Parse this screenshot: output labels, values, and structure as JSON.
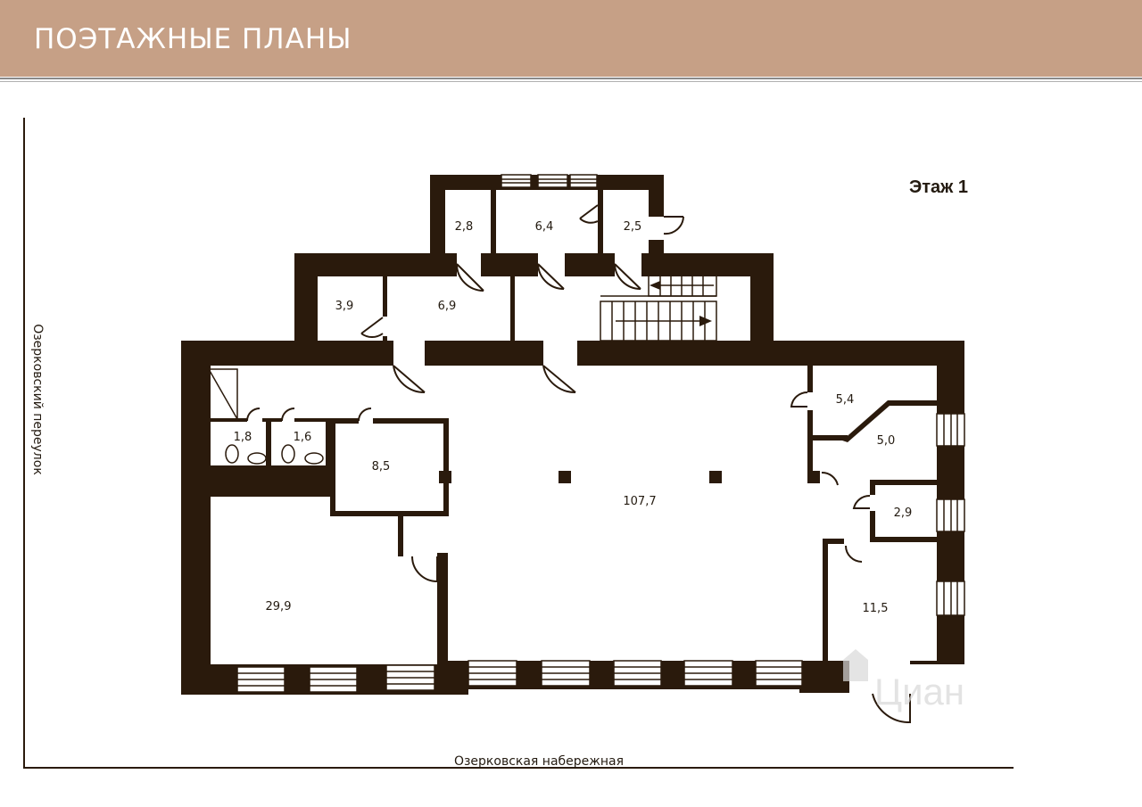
{
  "header": {
    "title": "ПОЭТАЖНЫЕ ПЛАНЫ"
  },
  "plan": {
    "floor_label": "Этаж 1",
    "streets": {
      "bottom": "Озерковская набережная",
      "left": "Озерковский переулок"
    },
    "rooms": {
      "r28": "2,8",
      "r64": "6,4",
      "r25": "2,5",
      "r39": "3,9",
      "r69": "6,9",
      "r54": "5,4",
      "r50": "5,0",
      "r18": "1,8",
      "r16": "1,6",
      "r85": "8,5",
      "r1077": "107,7",
      "r29": "2,9",
      "r299": "29,9",
      "r115": "11,5"
    },
    "watermark": "Циан",
    "colors": {
      "wall": "#2a1a0c",
      "header": "#c6a086"
    }
  }
}
